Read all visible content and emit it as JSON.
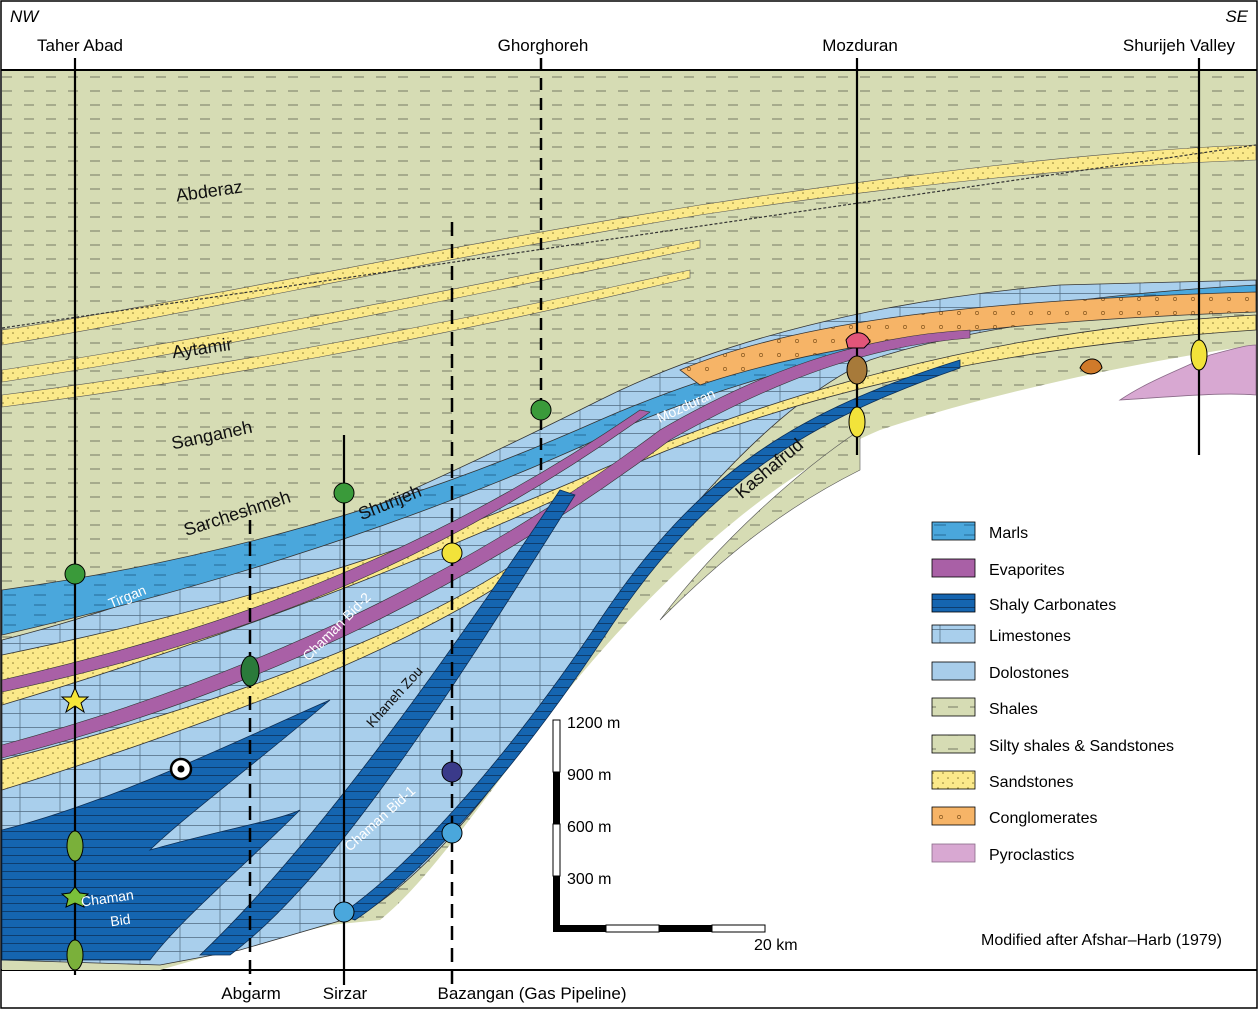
{
  "corners": {
    "nw": "NW",
    "se": "SE"
  },
  "wells_top": {
    "taher_abad": "Taher Abad",
    "ghorghoreh": "Ghorghoreh",
    "mozduran": "Mozduran",
    "shurijeh_valley": "Shurijeh Valley"
  },
  "wells_bottom": {
    "abgarm": "Abgarm",
    "sirzar": "Sirzar",
    "bazangan": "Bazangan (Gas Pipeline)"
  },
  "formations": {
    "abderaz": "Abderaz",
    "aytamir": "Aytamir",
    "sanganeh": "Sanganeh",
    "sarcheshmeh": "Sarcheshmeh",
    "shurijeh": "Shurijeh",
    "mozduran": "Mozduran",
    "kashafrud": "Kashafrud",
    "tirgan": "Tirgan",
    "chaman_bid_2": "Chaman Bid-2",
    "khaneh_zou": "Khaneh Zou",
    "chaman_bid_1": "Chaman Bid-1",
    "chaman": "Chaman",
    "bid": "Bid"
  },
  "legend": [
    {
      "label": "Marls",
      "color": "#4aa7dc"
    },
    {
      "label": "Evaporites",
      "color": "#a960a6"
    },
    {
      "label": "Shaly Carbonates",
      "color": "#1565b0"
    },
    {
      "label": "Limestones",
      "color": "#9cc8ea"
    },
    {
      "label": "Dolostones",
      "color": "#a8cdea"
    },
    {
      "label": "Shales",
      "color": "#d6dcb4"
    },
    {
      "label": "Silty shales & Sandstones",
      "color": "#d6dcb4"
    },
    {
      "label": "Sandstones",
      "color": "#fbe98a"
    },
    {
      "label": "Conglomerates",
      "color": "#f6b467"
    },
    {
      "label": "Pyroclastics",
      "color": "#d8a8d2"
    }
  ],
  "scale": {
    "v1200": "1200 m",
    "v900": "900 m",
    "v600": "600 m",
    "v300": "300 m",
    "h": "20 km"
  },
  "credit": "Modified after Afshar–Harb (1979)"
}
